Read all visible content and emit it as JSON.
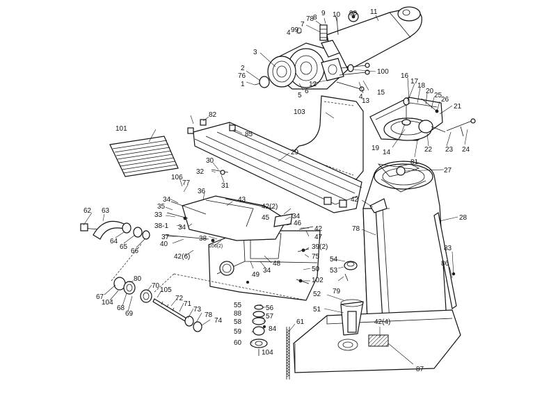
{
  "diagram": {
    "callouts": [
      {
        "id": "c1",
        "text": "1"
      },
      {
        "id": "c2",
        "text": "2"
      },
      {
        "id": "c3",
        "text": "3"
      },
      {
        "id": "c4a",
        "text": "4"
      },
      {
        "id": "c4b",
        "text": "4"
      },
      {
        "id": "c5",
        "text": "5"
      },
      {
        "id": "c6",
        "text": "6"
      },
      {
        "id": "c7",
        "text": "7"
      },
      {
        "id": "c8",
        "text": "8"
      },
      {
        "id": "c9",
        "text": "9"
      },
      {
        "id": "c10",
        "text": "10"
      },
      {
        "id": "c11",
        "text": "11"
      },
      {
        "id": "c12",
        "text": "12"
      },
      {
        "id": "c13",
        "text": "13"
      },
      {
        "id": "c14",
        "text": "14"
      },
      {
        "id": "c15",
        "text": "15"
      },
      {
        "id": "c16",
        "text": "16"
      },
      {
        "id": "c17",
        "text": "17"
      },
      {
        "id": "c18",
        "text": "18"
      },
      {
        "id": "c19",
        "text": "19"
      },
      {
        "id": "c20",
        "text": "20"
      },
      {
        "id": "c21",
        "text": "21"
      },
      {
        "id": "c22",
        "text": "22"
      },
      {
        "id": "c23",
        "text": "23"
      },
      {
        "id": "c24",
        "text": "24"
      },
      {
        "id": "c25",
        "text": "25"
      },
      {
        "id": "c26",
        "text": "26"
      },
      {
        "id": "c27",
        "text": "27"
      },
      {
        "id": "c28",
        "text": "28"
      },
      {
        "id": "c29",
        "text": "29"
      },
      {
        "id": "c30",
        "text": "30"
      },
      {
        "id": "c31",
        "text": "31"
      },
      {
        "id": "c32",
        "text": "32"
      },
      {
        "id": "c33",
        "text": "33"
      },
      {
        "id": "c34a",
        "text": "34"
      },
      {
        "id": "c34b",
        "text": "34"
      },
      {
        "id": "c34c",
        "text": "34"
      },
      {
        "id": "c34d",
        "text": "34"
      },
      {
        "id": "c35",
        "text": "35"
      },
      {
        "id": "c36",
        "text": "36"
      },
      {
        "id": "c37",
        "text": "37"
      },
      {
        "id": "c38",
        "text": "38"
      },
      {
        "id": "c381",
        "text": "38-1"
      },
      {
        "id": "c39",
        "text": "39(2)"
      },
      {
        "id": "c40",
        "text": "40"
      },
      {
        "id": "c42a",
        "text": "42(2)"
      },
      {
        "id": "c42b",
        "text": "42"
      },
      {
        "id": "c42c",
        "text": "42"
      },
      {
        "id": "c42d",
        "text": "42(6)"
      },
      {
        "id": "c42e",
        "text": "42(4)"
      },
      {
        "id": "c43",
        "text": "43"
      },
      {
        "id": "c45",
        "text": "45"
      },
      {
        "id": "c46",
        "text": "46"
      },
      {
        "id": "c47",
        "text": "47"
      },
      {
        "id": "c48",
        "text": "48"
      },
      {
        "id": "c49",
        "text": "49"
      },
      {
        "id": "c50",
        "text": "50"
      },
      {
        "id": "c51",
        "text": "51"
      },
      {
        "id": "c52",
        "text": "52"
      },
      {
        "id": "c53",
        "text": "53"
      },
      {
        "id": "c54",
        "text": "54"
      },
      {
        "id": "c55",
        "text": "55"
      },
      {
        "id": "c56",
        "text": "56"
      },
      {
        "id": "c57",
        "text": "57"
      },
      {
        "id": "c58",
        "text": "58"
      },
      {
        "id": "c59",
        "text": "59"
      },
      {
        "id": "c60",
        "text": "60"
      },
      {
        "id": "c61",
        "text": "61"
      },
      {
        "id": "c62",
        "text": "62"
      },
      {
        "id": "c63",
        "text": "63"
      },
      {
        "id": "c64",
        "text": "64"
      },
      {
        "id": "c65",
        "text": "65"
      },
      {
        "id": "c66",
        "text": "66"
      },
      {
        "id": "c67",
        "text": "67"
      },
      {
        "id": "c68",
        "text": "68"
      },
      {
        "id": "c69",
        "text": "69"
      },
      {
        "id": "c70",
        "text": "70"
      },
      {
        "id": "c71",
        "text": "71"
      },
      {
        "id": "c72",
        "text": "72"
      },
      {
        "id": "c73",
        "text": "73"
      },
      {
        "id": "c74",
        "text": "74"
      },
      {
        "id": "c75",
        "text": "75"
      },
      {
        "id": "c76",
        "text": "76"
      },
      {
        "id": "c77",
        "text": "77"
      },
      {
        "id": "c78a",
        "text": "78"
      },
      {
        "id": "c78b",
        "text": "78"
      },
      {
        "id": "c78c",
        "text": "78"
      },
      {
        "id": "c79",
        "text": "79"
      },
      {
        "id": "c80",
        "text": "80"
      },
      {
        "id": "c81",
        "text": "81"
      },
      {
        "id": "c82",
        "text": "82"
      },
      {
        "id": "c83",
        "text": "83"
      },
      {
        "id": "c84",
        "text": "84"
      },
      {
        "id": "c85",
        "text": "85"
      },
      {
        "id": "c86",
        "text": "86"
      },
      {
        "id": "c87",
        "text": "87"
      },
      {
        "id": "c88",
        "text": "88"
      },
      {
        "id": "c98",
        "text": "98"
      },
      {
        "id": "c99",
        "text": "99"
      },
      {
        "id": "c100",
        "text": "100"
      },
      {
        "id": "c101",
        "text": "101"
      },
      {
        "id": "c102",
        "text": "102"
      },
      {
        "id": "c103",
        "text": "103"
      },
      {
        "id": "c104a",
        "text": "104"
      },
      {
        "id": "c104b",
        "text": "104"
      },
      {
        "id": "c105",
        "text": "105"
      },
      {
        "id": "c106a",
        "text": "106"
      },
      {
        "id": "c106b",
        "text": "106(2)"
      }
    ]
  }
}
